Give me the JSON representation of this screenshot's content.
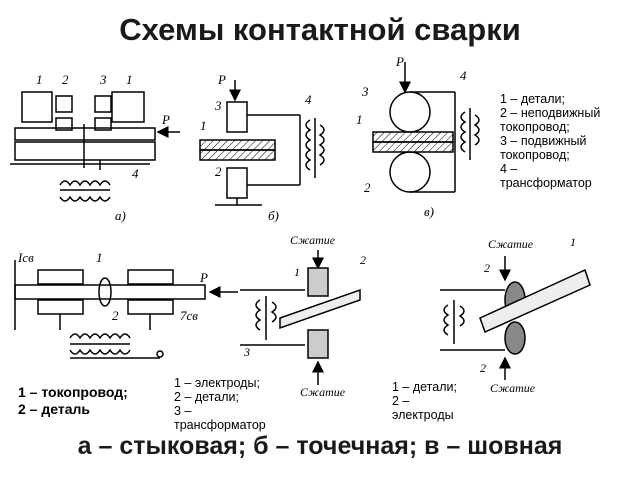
{
  "title": "Схемы контактной сварки",
  "caption": "а – стыковая; б – точечная; в – шовная",
  "top_legend": [
    "1 – детали;",
    "2 – неподвижный",
    "токопровод;",
    "3 – подвижный",
    "токопровод;",
    "4 –",
    "трансформатор"
  ],
  "legend_butt": [
    "1 – токопровод;",
    "2 – деталь"
  ],
  "legend_spot": [
    "1 – электроды;",
    "2 – детали;",
    "3 –",
    "трансформатор"
  ],
  "legend_seam": [
    "1 – детали;",
    "2 –",
    "электроды"
  ],
  "sub_labels": {
    "a": "а)",
    "b": "б)",
    "c": "в)"
  },
  "force_label": "Сжатие",
  "force_p": "P",
  "current_label": "Iсв",
  "tsv_label": "7св",
  "numbers": {
    "n1": "1",
    "n2": "2",
    "n3": "3",
    "n4": "4"
  }
}
